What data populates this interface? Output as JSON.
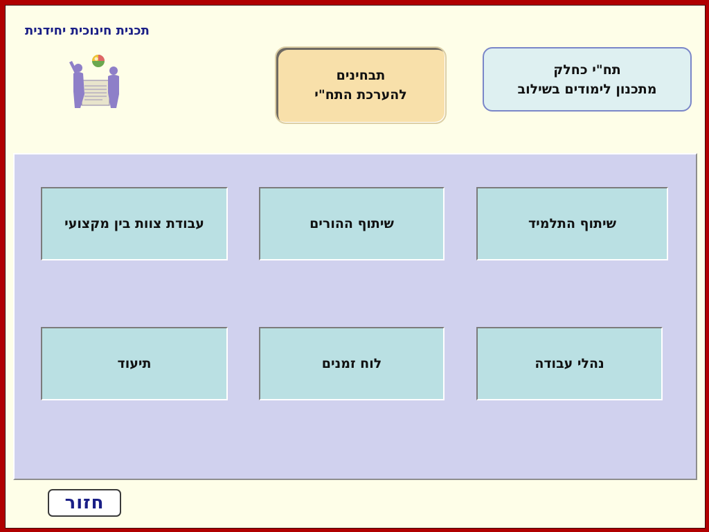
{
  "header": {
    "app_title": "תכנית חינוכית יחידנית"
  },
  "top_buttons": {
    "diagnosis": {
      "line1": "תבחינים",
      "line2": "להערכת התח\"י"
    },
    "plan": {
      "line1": "תח\"י כחלק",
      "line2": "מתכנון לימודים בשילוב"
    }
  },
  "tiles": {
    "student_partnership": "שיתוף התלמיד",
    "parent_partnership": "שיתוף ההורים",
    "team_work": "עבודת צוות בין מקצועי",
    "work_procedures": "נהלי עבודה",
    "timetable": "לוח זמנים",
    "documentation": "תיעוד"
  },
  "footer": {
    "back_label": "חזור"
  },
  "icons": {
    "logo": "two-figures-with-scroll-and-ball-logo"
  },
  "colors": {
    "frame": "#b00000",
    "page_bg": "#fefee8",
    "panel_bg": "#d0d1ee",
    "tile_bg": "#bae0e3",
    "diagnosis_btn_bg": "#f8e0aa",
    "plan_btn_bg": "#def0f1",
    "title_text": "#1a1f86"
  }
}
